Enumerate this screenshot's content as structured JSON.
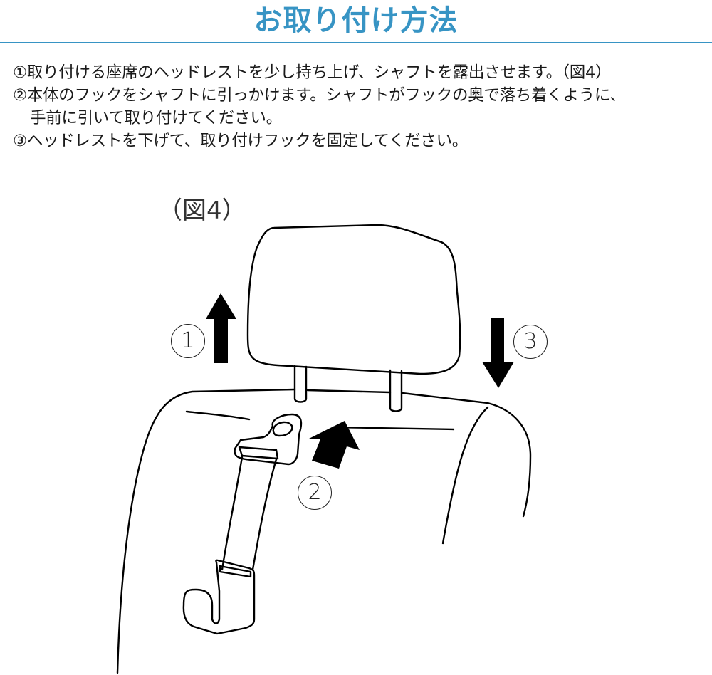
{
  "header": {
    "title": "お取り付け方法",
    "accent_color": "#3794c4"
  },
  "instructions": {
    "steps": [
      "①取り付ける座席のヘッドレストを少し持ち上げ、シャフトを露出させます。（図4）",
      "②本体のフックをシャフトに引っかけます。シャフトがフックの奥で落ち着くように、",
      "手前に引いて取り付けてください。",
      "③ヘッドレストを下げて、取り付けフックを固定してください。"
    ]
  },
  "figure": {
    "label": "（図4）",
    "callouts": [
      {
        "number": "1",
        "meaning": "raise headrest",
        "icon": "arrow-up-icon"
      },
      {
        "number": "2",
        "meaning": "hook onto shaft",
        "icon": "arrow-diagonal-up-right-icon"
      },
      {
        "number": "3",
        "meaning": "lower headrest",
        "icon": "arrow-down-icon"
      }
    ]
  }
}
